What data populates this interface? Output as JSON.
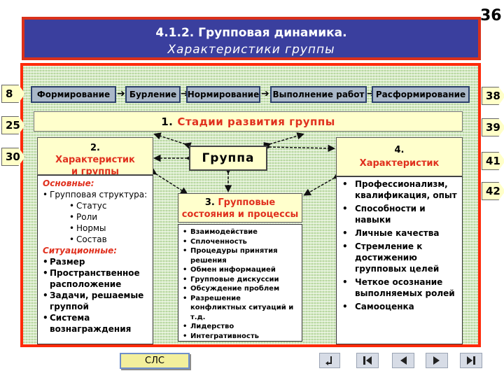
{
  "page_number": "36",
  "title": {
    "main": "4.1.2. Групповая динамика.",
    "subtitle": "Характеристики группы"
  },
  "stages": [
    "Формирование",
    "Бурление",
    "Нормирование",
    "Выполнение работ",
    "Расформирование"
  ],
  "side_left": [
    "8",
    "25",
    "30"
  ],
  "side_right": [
    "38",
    "39",
    "41",
    "42"
  ],
  "section1": {
    "number": "1.",
    "title": "Стадии развития группы"
  },
  "group_label": "Группа",
  "section2": {
    "number": "2.",
    "title_line1": "Характеристик",
    "title_line2": "и группы",
    "basic_heading": "Основные:",
    "basic_items": [
      "Групповая структура:"
    ],
    "structure_items": [
      "Статус",
      "Роли",
      "Нормы",
      "Состав"
    ],
    "situational_heading": "Ситуационные:",
    "situational_items": [
      "Размер",
      "Пространственное расположение",
      "Задачи, решаемые группой",
      "Система вознаграждения"
    ]
  },
  "section3": {
    "number": "3.",
    "title_line1": "Групповые",
    "title_line2": "состояния и процессы",
    "items": [
      "Взаимодействие",
      "Сплоченность",
      "Процедуры принятия решения",
      "Обмен информацией",
      "Групповые дискуссии",
      "Обсуждение проблем",
      "Разрешение конфликтных ситуаций и т.д.",
      "Лидерство",
      "Интегративность"
    ]
  },
  "section4": {
    "number": "4.",
    "title_line1": "Характеристик",
    "items": [
      "Профессионализм, квалификация, опыт",
      "Способности и навыки",
      "Личные качества",
      "Стремление к достижению групповых целей",
      "Четкое осознание выполняемых ролей",
      "Самооценка"
    ]
  },
  "nav": {
    "cls_label": "СЛС"
  }
}
